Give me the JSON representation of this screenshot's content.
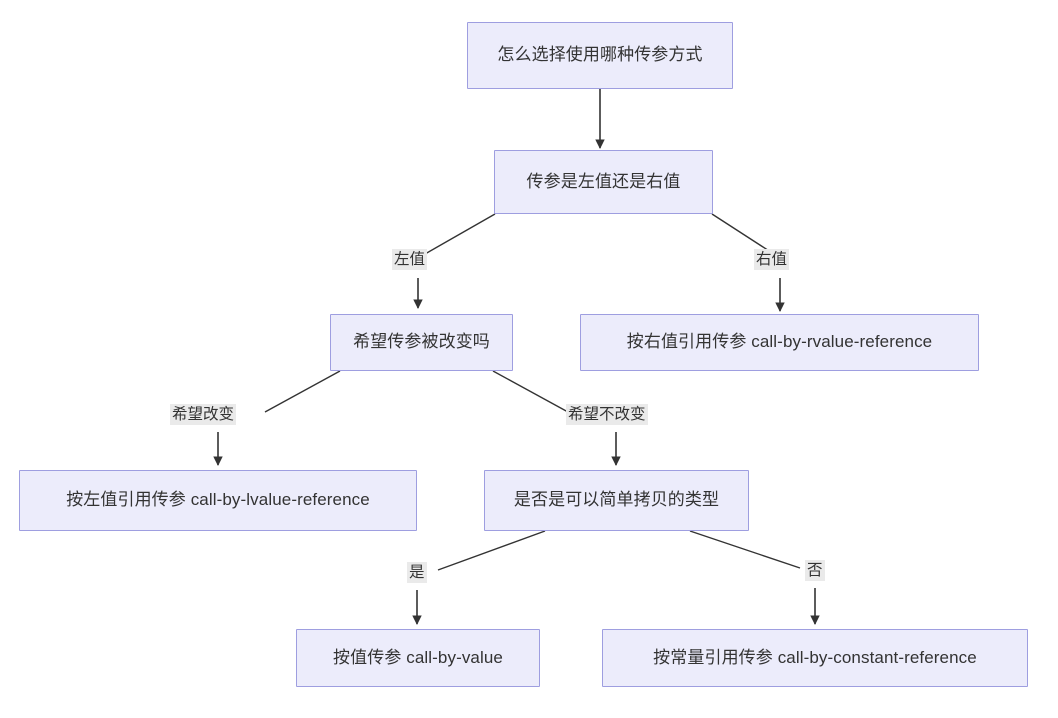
{
  "diagram": {
    "title": "怎么选择使用哪种传参方式",
    "type": "flowchart",
    "direction": "top-down",
    "colors": {
      "node_fill": "#ececfb",
      "node_border": "#9e9ee0",
      "node_text": "#333333",
      "edge_line": "#333333",
      "edge_label_bg": "#eaeaea",
      "background": "#ffffff"
    },
    "nodes": [
      {
        "id": "root",
        "label": "怎么选择使用哪种传参方式"
      },
      {
        "id": "lr",
        "label": "传参是左值还是右值"
      },
      {
        "id": "rvalref",
        "label": "按右值引用传参 call-by-rvalue-reference"
      },
      {
        "id": "mutate",
        "label": "希望传参被改变吗"
      },
      {
        "id": "lvalref",
        "label": "按左值引用传参 call-by-lvalue-reference"
      },
      {
        "id": "cheap",
        "label": "是否是可以简单拷贝的类型"
      },
      {
        "id": "byvalue",
        "label": "按值传参 call-by-value"
      },
      {
        "id": "constref",
        "label": "按常量引用传参 call-by-constant-reference"
      }
    ],
    "edges": [
      {
        "from": "root",
        "to": "lr",
        "label": ""
      },
      {
        "from": "lr",
        "to": "mutate",
        "label": "左值"
      },
      {
        "from": "lr",
        "to": "rvalref",
        "label": "右值"
      },
      {
        "from": "mutate",
        "to": "lvalref",
        "label": "希望改变"
      },
      {
        "from": "mutate",
        "to": "cheap",
        "label": "希望不改变"
      },
      {
        "from": "cheap",
        "to": "byvalue",
        "label": "是"
      },
      {
        "from": "cheap",
        "to": "constref",
        "label": "否"
      }
    ]
  }
}
